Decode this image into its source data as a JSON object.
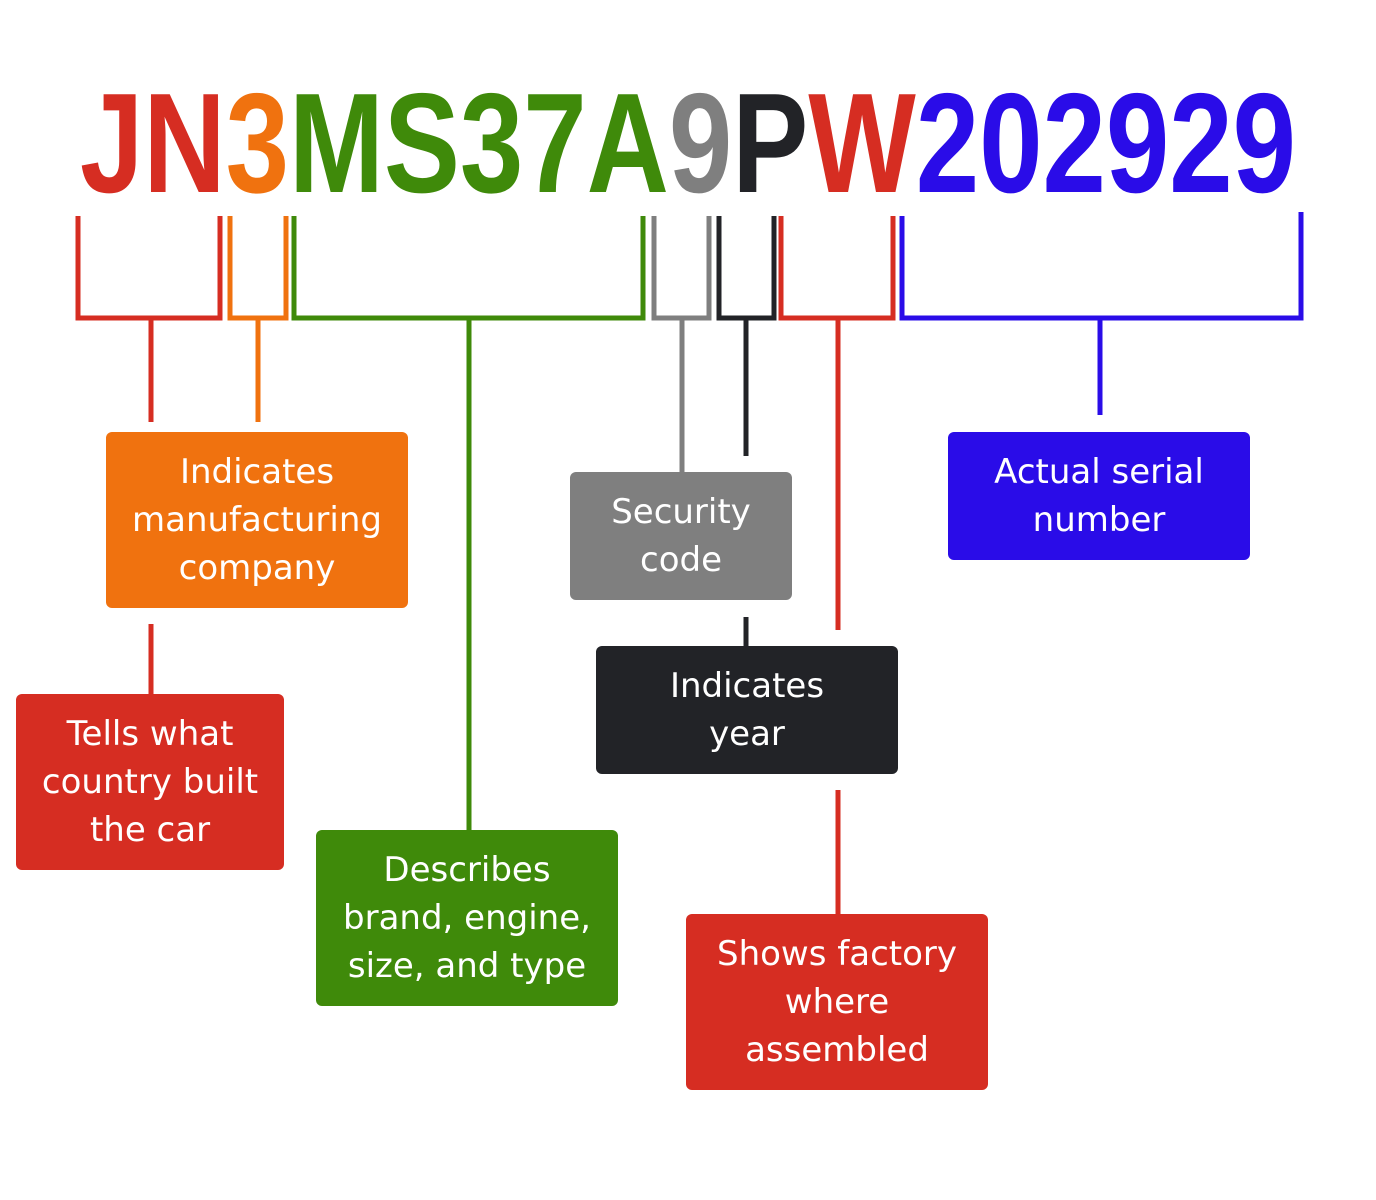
{
  "vin": {
    "segments": [
      {
        "text": "JN",
        "color": "#d62d22"
      },
      {
        "text": "3",
        "color": "#f0720f"
      },
      {
        "text": "MS37A",
        "color": "#3f8a0a"
      },
      {
        "text": "9",
        "color": "#7f7f7f"
      },
      {
        "text": "P",
        "color": "#222327"
      },
      {
        "text": "W",
        "color": "#d62d22"
      },
      {
        "text": "202929",
        "color": "#2a0ce8"
      }
    ]
  },
  "labels": {
    "manufacturer": {
      "text": "Indicates\nmanufacturing\ncompany",
      "color": "#f0720f"
    },
    "country": {
      "text": "Tells what\ncountry built\nthe car",
      "color": "#d62d22"
    },
    "descriptor": {
      "text": "Describes\nbrand, engine,\nsize, and type",
      "color": "#3f8a0a"
    },
    "security": {
      "text": "Security\ncode",
      "color": "#7f7f7f"
    },
    "year": {
      "text": "Indicates\nyear",
      "color": "#222327"
    },
    "factory": {
      "text": "Shows factory\nwhere\nassembled",
      "color": "#d62d22"
    },
    "serial": {
      "text": "Actual serial\nnumber",
      "color": "#2a0ce8"
    }
  }
}
